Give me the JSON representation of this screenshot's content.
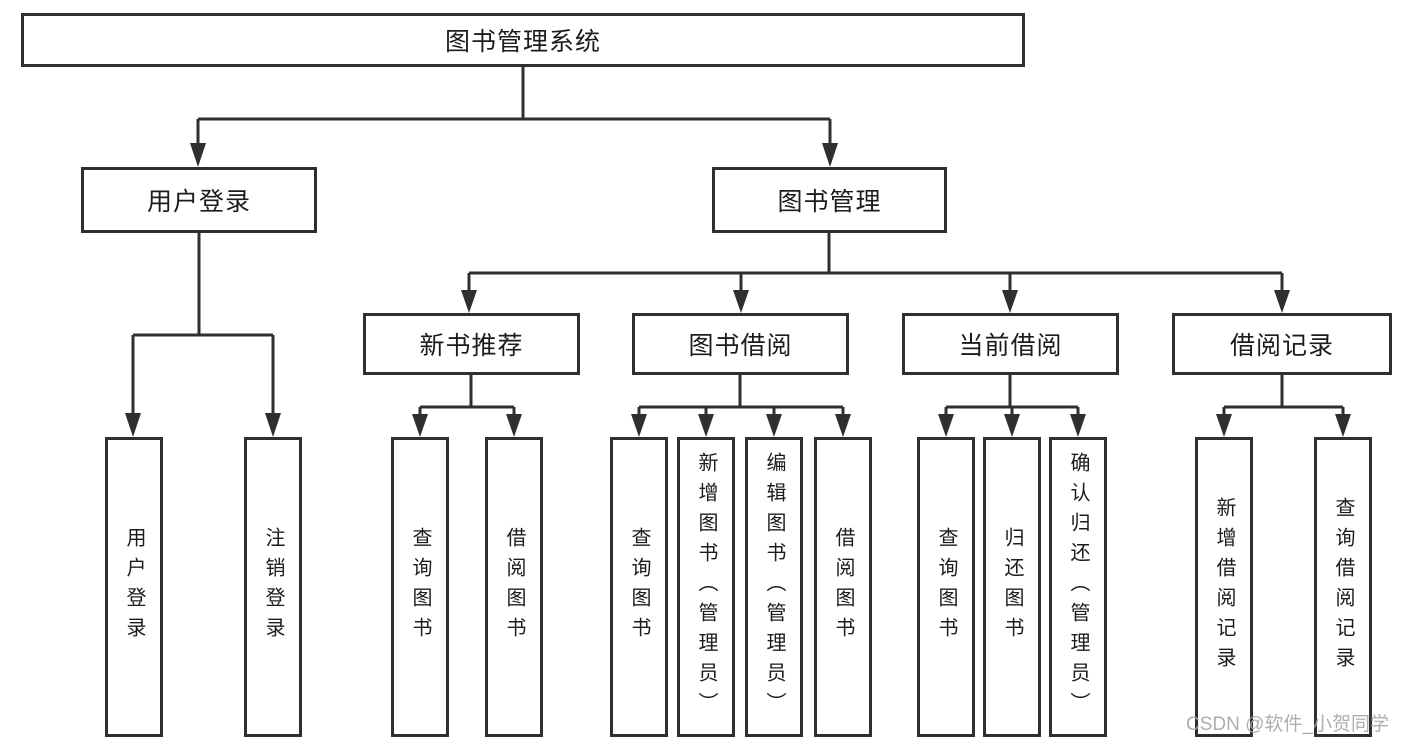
{
  "diagram_title": "图书管理系统",
  "colors": {
    "line": "#2f2f2f",
    "text": "#1c1c1c",
    "box_background": "#ffffff",
    "watermark": "#a5a5a5"
  },
  "nodes": {
    "root": {
      "label": "图书管理系统"
    },
    "user_login": {
      "label": "用户登录"
    },
    "book_mgmt": {
      "label": "图书管理"
    },
    "new_book_rec": {
      "label": "新书推荐"
    },
    "book_borrow": {
      "label": "图书借阅"
    },
    "current_borrow": {
      "label": "当前借阅"
    },
    "borrow_records": {
      "label": "借阅记录"
    }
  },
  "leaves": {
    "login": {
      "label": "用户登录"
    },
    "logout": {
      "label": "注销登录"
    },
    "rec_query_book": {
      "label": "查询图书"
    },
    "rec_borrow_book": {
      "label": "借阅图书"
    },
    "bor_query_book": {
      "label": "查询图书"
    },
    "bor_add_book": {
      "label": "新增图书（管理员）"
    },
    "bor_edit_book": {
      "label": "编辑图书（管理员）"
    },
    "bor_borrow_book": {
      "label": "借阅图书"
    },
    "cur_query_book": {
      "label": "查询图书"
    },
    "cur_return_book": {
      "label": "归还图书"
    },
    "cur_confirm_return": {
      "label": "确认归还（管理员）"
    },
    "brec_add_record": {
      "label": "新增借阅记录"
    },
    "brec_query_record": {
      "label": "查询借阅记录"
    }
  },
  "watermark": "CSDN @软件_小贺同学"
}
